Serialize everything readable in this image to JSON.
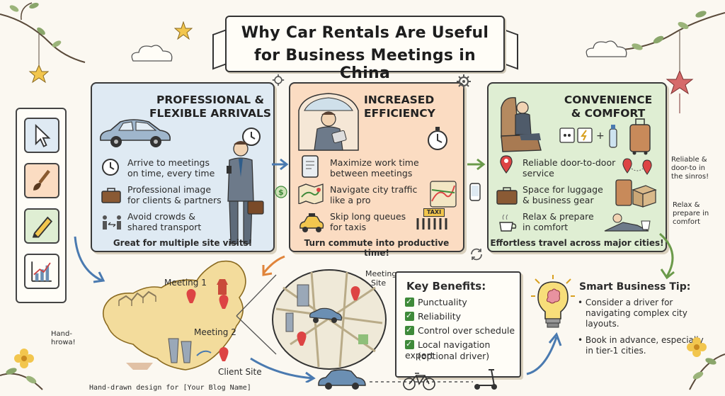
{
  "title": {
    "line1": "Why Car Rentals Are Useful",
    "line2": "for Business Meetings in China"
  },
  "tools": [
    "cursor-icon",
    "paintbrush-icon",
    "pencil-icon",
    "chart-icon"
  ],
  "panels": [
    {
      "title_line1": "PROFESSIONAL &",
      "title_line2": "FLEXIBLE ARRIVALS",
      "items": [
        {
          "icon": "clock-icon",
          "line1": "Arrive to meetings",
          "line2": "on time, every time"
        },
        {
          "icon": "briefcase-icon",
          "line1": "Professional image",
          "line2": "for clients & partners"
        },
        {
          "icon": "people-icon",
          "line1": "Avoid crowds &",
          "line2": "shared transport"
        }
      ],
      "footer": "Great for multiple site visits!"
    },
    {
      "title_line1": "INCREASED",
      "title_line2": "EFFICIENCY",
      "items": [
        {
          "icon": "tablet-icon",
          "line1": "Maximize work time",
          "line2": "between meetings"
        },
        {
          "icon": "map-icon",
          "line1": "Navigate city traffic",
          "line2": "like a pro"
        },
        {
          "icon": "taxi-icon",
          "line1": "Skip long queues",
          "line2": "for taxis"
        }
      ],
      "taxi_sign": "TAXI",
      "footer": "Turn commute into productive time!"
    },
    {
      "title_line1": "CONVENIENCE",
      "title_line2": "& COMFORT",
      "items": [
        {
          "icon": "pin-icon",
          "line1": "Reliable door-to-door",
          "line2": "service"
        },
        {
          "icon": "luggage-icon",
          "line1": "Space for luggage",
          "line2": "& business gear"
        },
        {
          "icon": "coffee-icon",
          "line1": "Relax & prepare",
          "line2": "in comfort"
        }
      ],
      "footer": "Effortless travel across major cities!"
    }
  ],
  "side_notes": {
    "right1": [
      "Reliable &",
      "door-to in",
      "the sinros!"
    ],
    "right2": [
      "Relax &",
      "prepare in",
      "comfort"
    ],
    "left": [
      "Hand-",
      "hrowa!"
    ]
  },
  "map": {
    "meeting1": "Meeting 1",
    "meeting2": "Meeting 2",
    "client_site": "Client Site",
    "meeting_site": [
      "Meeting",
      "Site"
    ]
  },
  "key_benefits": {
    "title": "Key Benefits:",
    "items": [
      "Punctuality",
      "Reliability",
      "Control over schedule",
      "Local navigation expert",
      "(optional driver)"
    ]
  },
  "tip": {
    "title": "Smart Business Tip:",
    "items": [
      [
        "Consider a driver for",
        "navigating complex city",
        "layouts."
      ],
      [
        "Book in advance, especially",
        "in tier-1 cities."
      ]
    ]
  },
  "credit": "Hand-drawn design for [Your Blog Name]",
  "colors": {
    "blue_panel": "#dfeaf3",
    "orange_panel": "#fbdcc2",
    "green_panel": "#dfeed3",
    "check": "#3f8a3a"
  }
}
